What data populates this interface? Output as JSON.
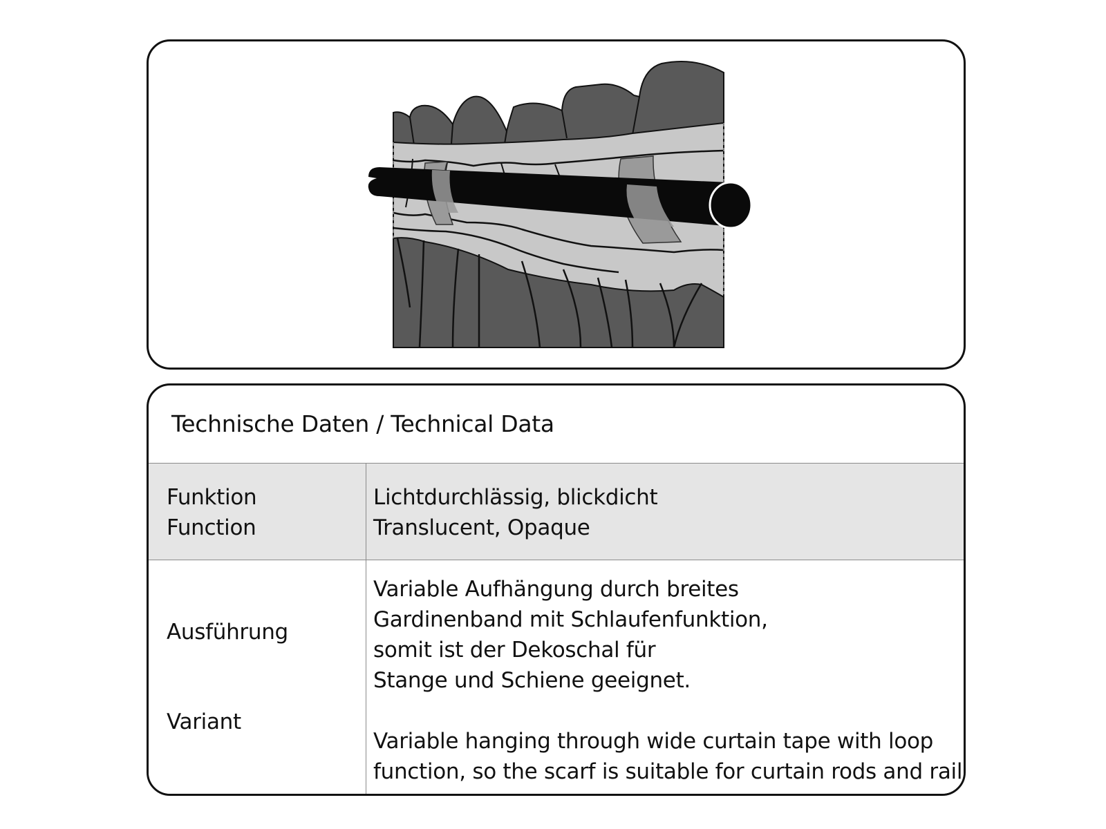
{
  "illustration": {
    "icon": "curtain-on-rod-illustration",
    "colors": {
      "curtain_dark": "#595959",
      "tape_light": "#c8c8c8",
      "rod": "#0a0a0a",
      "loop_overlay": "#9a9a9a"
    }
  },
  "technical_data": {
    "title": "Technische Daten / Technical Data",
    "rows": [
      {
        "label_de": "Funktion",
        "label_en": "Function",
        "value_de": "Lichtdurchlässig, blickdicht",
        "value_en": "Translucent, Opaque"
      },
      {
        "label_de": "Ausführung",
        "label_en": "Variant",
        "value_de_lines": [
          "Variable Aufhängung durch breites",
          "Gardinenband mit Schlaufenfunktion,",
          "somit ist der Dekoschal für",
          "Stange und Schiene geeignet."
        ],
        "value_en_lines": [
          "Variable hanging through wide curtain tape with loop",
          "function, so the scarf is suitable for curtain rods and rails."
        ]
      }
    ]
  },
  "colors": {
    "border": "#111111",
    "row_shade": "#e5e5e5",
    "divider": "#8a8a8a"
  }
}
